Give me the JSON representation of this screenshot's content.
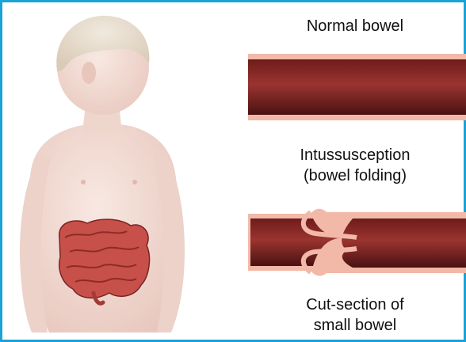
{
  "labels": {
    "normal": "Normal bowel",
    "intussusception_line1": "Intussusception",
    "intussusception_line2": "(bowel folding)",
    "cut_line1": "Cut-section of",
    "cut_line2": "small bowel"
  },
  "colors": {
    "frame": "#1aa3d8",
    "bowel_dark": "#5a1717",
    "bowel_mid": "#8c2a28",
    "bowel_wall": "#f2b9a8",
    "skin": "#f3ddd6",
    "intestine": "#c8504a"
  }
}
